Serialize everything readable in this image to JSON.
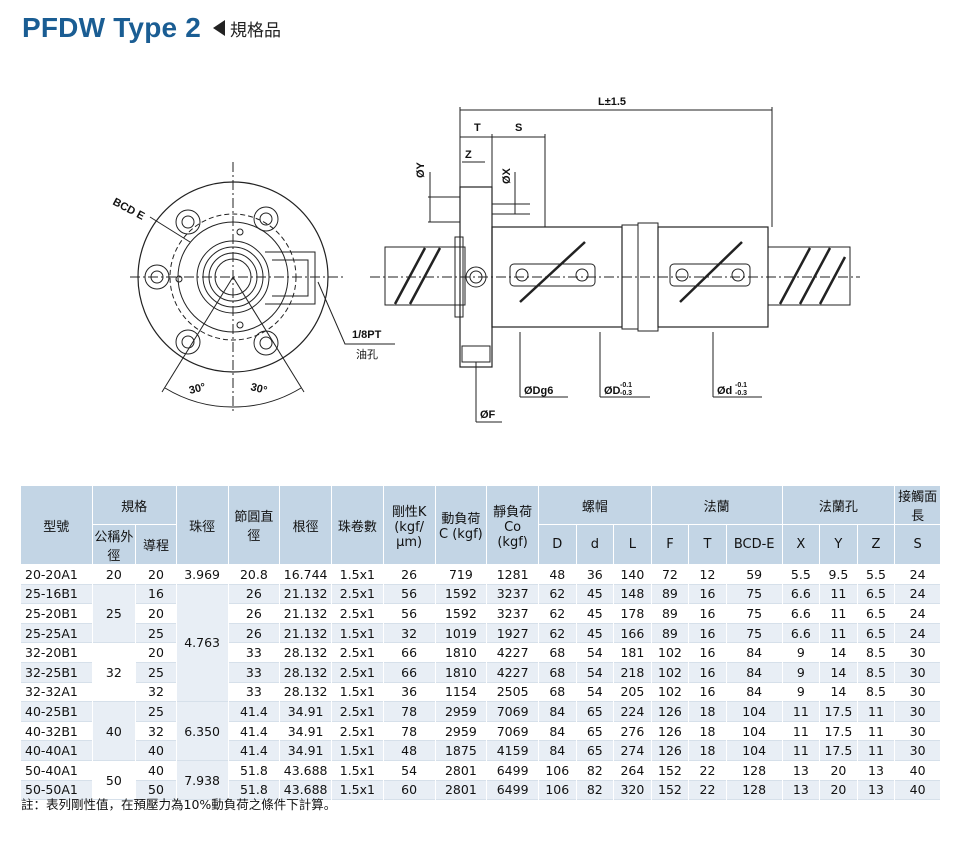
{
  "header": {
    "title": "PFDW Type 2",
    "subtitle": "規格品"
  },
  "drawing": {
    "labels": {
      "bcd": "BCD E",
      "angle_left": "30°",
      "angle_right": "30°",
      "pt": "1/8PT",
      "oil_hole": "油孔",
      "length": "L±1.5",
      "t": "T",
      "s": "S",
      "z": "Z",
      "y": "ØY",
      "x": "ØX",
      "f": "ØF",
      "dg6": "ØDg6",
      "D": "ØD",
      "D_tol_top": "-0.1",
      "D_tol_bottom": "-0.3",
      "d": "Ød",
      "d_tol_top": "-0.1",
      "d_tol_bottom": "-0.3"
    }
  },
  "table": {
    "headers": {
      "model": "型號",
      "spec": "規格",
      "nominal_od": "公稱外徑",
      "lead": "導程",
      "ball_dia": "珠徑",
      "pitch_dia": "節圓直徑",
      "root_dia": "根徑",
      "turns": "珠卷數",
      "stiffness": "剛性K (kgf/μm)",
      "dyn_load": "動負荷 C (kgf)",
      "static_load": "靜負荷 Co (kgf)",
      "nut": "螺帽",
      "flange": "法蘭",
      "flange_hole": "法蘭孔",
      "fit_length": "接觸面長",
      "sub": [
        "D",
        "d",
        "L",
        "F",
        "T",
        "BCD-E",
        "X",
        "Y",
        "Z",
        "S"
      ]
    },
    "rows": [
      [
        "20-20A1",
        "20",
        "20",
        "3.969",
        "20.8",
        "16.744",
        "1.5x1",
        "26",
        "719",
        "1281",
        "48",
        "36",
        "140",
        "72",
        "12",
        "59",
        "5.5",
        "9.5",
        "5.5",
        "24"
      ],
      [
        "25-16B1",
        "25",
        "16",
        "4.763",
        "26",
        "21.132",
        "2.5x1",
        "56",
        "1592",
        "3237",
        "62",
        "45",
        "148",
        "89",
        "16",
        "75",
        "6.6",
        "11",
        "6.5",
        "24"
      ],
      [
        "25-20B1",
        "25",
        "20",
        "4.763",
        "26",
        "21.132",
        "2.5x1",
        "56",
        "1592",
        "3237",
        "62",
        "45",
        "178",
        "89",
        "16",
        "75",
        "6.6",
        "11",
        "6.5",
        "24"
      ],
      [
        "25-25A1",
        "25",
        "25",
        "4.763",
        "26",
        "21.132",
        "1.5x1",
        "32",
        "1019",
        "1927",
        "62",
        "45",
        "166",
        "89",
        "16",
        "75",
        "6.6",
        "11",
        "6.5",
        "24"
      ],
      [
        "32-20B1",
        "32",
        "20",
        "4.763",
        "33",
        "28.132",
        "2.5x1",
        "66",
        "1810",
        "4227",
        "68",
        "54",
        "181",
        "102",
        "16",
        "84",
        "9",
        "14",
        "8.5",
        "30"
      ],
      [
        "32-25B1",
        "32",
        "25",
        "4.763",
        "33",
        "28.132",
        "2.5x1",
        "66",
        "1810",
        "4227",
        "68",
        "54",
        "218",
        "102",
        "16",
        "84",
        "9",
        "14",
        "8.5",
        "30"
      ],
      [
        "32-32A1",
        "32",
        "32",
        "4.763",
        "33",
        "28.132",
        "1.5x1",
        "36",
        "1154",
        "2505",
        "68",
        "54",
        "205",
        "102",
        "16",
        "84",
        "9",
        "14",
        "8.5",
        "30"
      ],
      [
        "40-25B1",
        "40",
        "25",
        "6.350",
        "41.4",
        "34.91",
        "2.5x1",
        "78",
        "2959",
        "7069",
        "84",
        "65",
        "224",
        "126",
        "18",
        "104",
        "11",
        "17.5",
        "11",
        "30"
      ],
      [
        "40-32B1",
        "40",
        "32",
        "6.350",
        "41.4",
        "34.91",
        "2.5x1",
        "78",
        "2959",
        "7069",
        "84",
        "65",
        "276",
        "126",
        "18",
        "104",
        "11",
        "17.5",
        "11",
        "30"
      ],
      [
        "40-40A1",
        "40",
        "40",
        "6.350",
        "41.4",
        "34.91",
        "1.5x1",
        "48",
        "1875",
        "4159",
        "84",
        "65",
        "274",
        "126",
        "18",
        "104",
        "11",
        "17.5",
        "11",
        "30"
      ],
      [
        "50-40A1",
        "50",
        "40",
        "7.938",
        "51.8",
        "43.688",
        "1.5x1",
        "54",
        "2801",
        "6499",
        "106",
        "82",
        "264",
        "152",
        "22",
        "128",
        "13",
        "20",
        "13",
        "40"
      ],
      [
        "50-50A1",
        "50",
        "50",
        "7.938",
        "51.8",
        "43.688",
        "1.5x1",
        "60",
        "2801",
        "6499",
        "106",
        "82",
        "320",
        "152",
        "22",
        "128",
        "13",
        "20",
        "13",
        "40"
      ]
    ]
  },
  "note": "註：表列剛性值，在預壓力為10%動負荷之條件下計算。"
}
